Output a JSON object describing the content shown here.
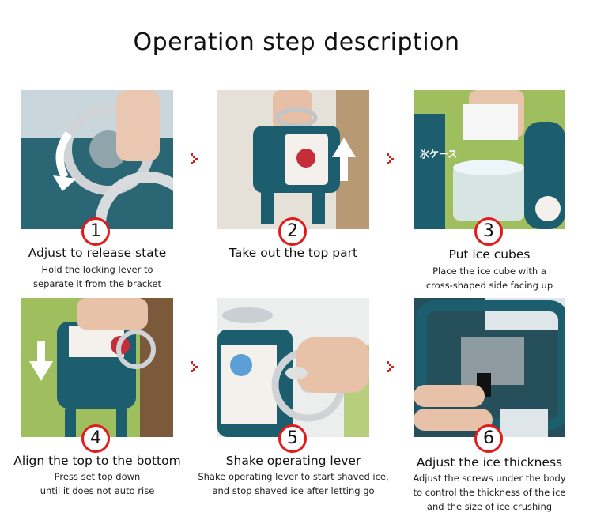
{
  "page": {
    "title": "Operation step description"
  },
  "steps": [
    {
      "number": "1",
      "title": "Adjust to release state",
      "desc_lines": [
        "Hold the locking lever to",
        "separate it from the bracket"
      ]
    },
    {
      "number": "2",
      "title": "Take out the top part",
      "desc_lines": []
    },
    {
      "number": "3",
      "title": "Put ice cubes",
      "desc_lines": [
        "Place the ice cube with a",
        "cross-shaped side facing up"
      ],
      "photo_label": "氷ケース"
    },
    {
      "number": "4",
      "title": "Align the top to the bottom",
      "desc_lines": [
        "Press set top down",
        "until it does not auto rise"
      ]
    },
    {
      "number": "5",
      "title": "Shake operating lever",
      "desc_lines": [
        "Shake operating lever to start shaved ice,",
        "and stop shaved ice after letting go"
      ]
    },
    {
      "number": "6",
      "title": "Adjust the ice thickness",
      "desc_lines": [
        "Adjust the screws under the body",
        "to control the thickness of the ice",
        "and the size of ice crushing"
      ]
    }
  ],
  "colors": {
    "badge_border": "#e21a1a",
    "arrow": "#e21a1a",
    "machine_teal": "#1d5e6e"
  },
  "icons": {
    "step_arrow": "chevron-right-pixel-icon"
  }
}
